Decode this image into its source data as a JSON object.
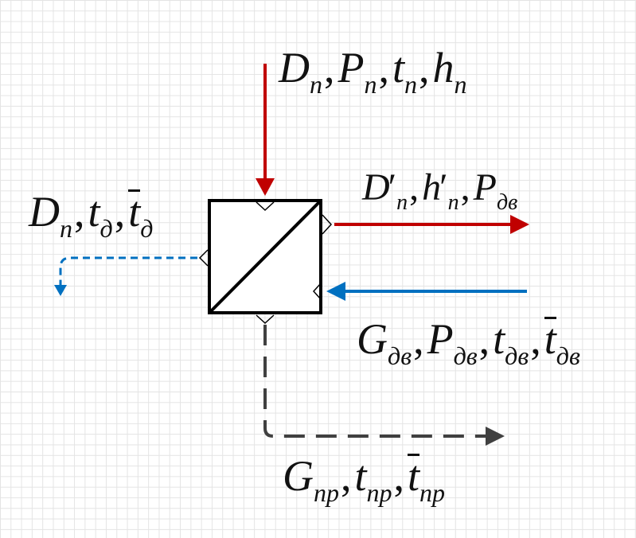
{
  "inputs": {
    "steam": {
      "D": "D",
      "P": "P",
      "t": "t",
      "h": "h",
      "sub": "п"
    }
  },
  "outputs": {
    "steam_out": {
      "D": "D",
      "h": "h",
      "P": "P",
      "prime": "′",
      "sub_n": "п",
      "sub_dv": "дв"
    },
    "drain": {
      "D": "D",
      "t": "t",
      "sub_n": "п",
      "sub_d": "д"
    },
    "feed": {
      "G": "G",
      "P": "P",
      "t": "t",
      "sub": "дв"
    },
    "purge": {
      "G": "G",
      "t": "t",
      "sub": "пр"
    }
  },
  "colors": {
    "steam": "#c00000",
    "water": "#0070c0",
    "purge": "#404040",
    "box": "#000000"
  }
}
